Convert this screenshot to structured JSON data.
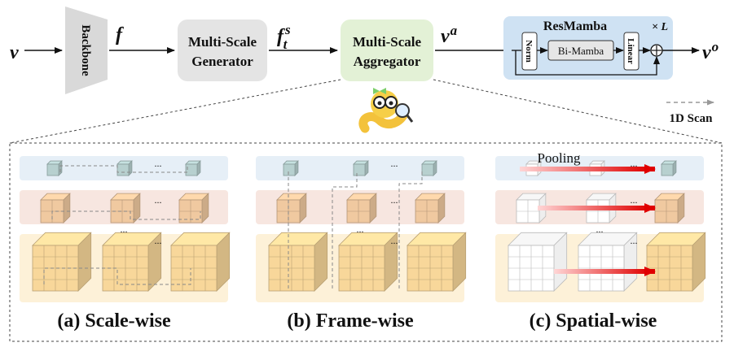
{
  "top": {
    "input": "v",
    "backbone": "Backbone",
    "f": "f",
    "generator_line1": "Multi-Scale",
    "generator_line2": "Generator",
    "fts_base": "f",
    "fts_sup": "s",
    "fts_sub": "t",
    "aggregator_line1": "Multi-Scale",
    "aggregator_line2": "Aggregator",
    "va_base": "v",
    "va_sup": "a",
    "resmamba_title": "ResMamba",
    "norm": "Norm",
    "bimamba": "Bi-Mamba",
    "linear": "Linear",
    "times_l": "× L",
    "output_base": "v",
    "output_sup": "o"
  },
  "legend": {
    "scan": "1D Scan"
  },
  "panels": {
    "a": "(a) Scale-wise",
    "b": "(b) Frame-wise",
    "c": "(c) Spatial-wise",
    "pooling": "Pooling",
    "ellipsis": "..."
  },
  "colors": {
    "backbone": "#d9d9d9",
    "generator": "#e4e4e4",
    "aggregator": "#e3f1d6",
    "resmamba_bg": "#cfe2f3",
    "row_small": "#e6eff7",
    "row_mid": "#f7e6e0",
    "row_big": "#fdf1d8",
    "cube_small": "#b7d0cf",
    "cube_mid": "#f0c9a0",
    "cube_big": "#f8d79a",
    "pooling_arrow": "#e00000"
  }
}
